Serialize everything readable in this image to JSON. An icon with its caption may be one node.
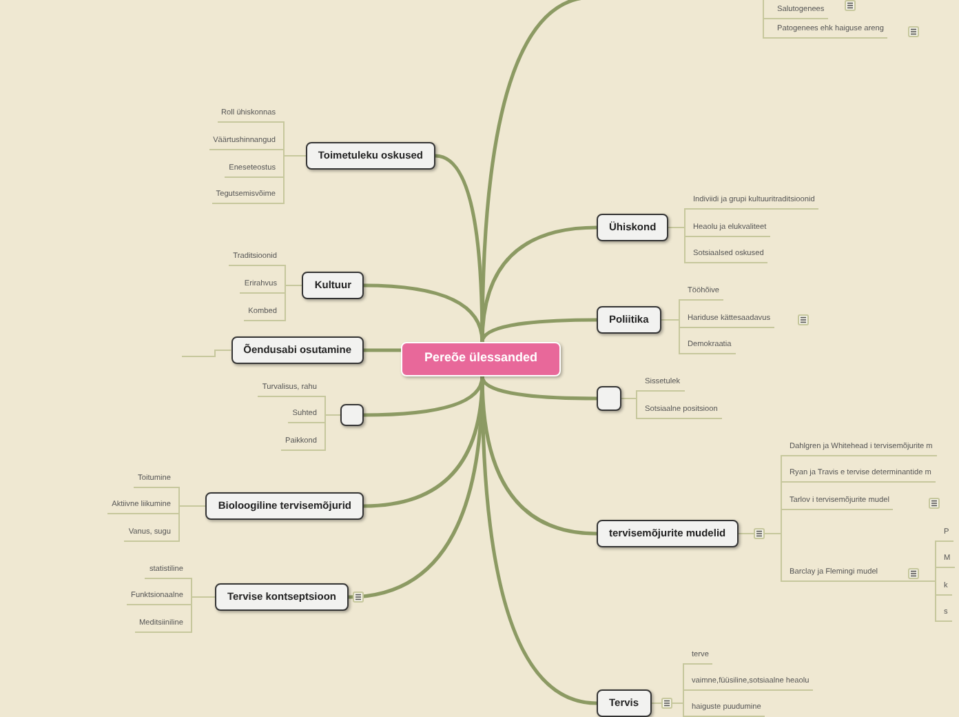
{
  "diagram": {
    "nodes": [
      {
        "text": [
          "Pereõe ülessanded"
        ]
      },
      {
        "text": [
          "Toimetuleku oskused"
        ]
      },
      {
        "text": [
          "Roll ühiskonnas"
        ]
      },
      {
        "text": [
          "Väärtushinnangud"
        ]
      },
      {
        "text": [
          "Eneseteostus"
        ]
      },
      {
        "text": [
          "Tegutsemisvõime"
        ]
      },
      {
        "text": [
          "Kultuur"
        ]
      },
      {
        "text": [
          "Traditsioonid"
        ]
      },
      {
        "text": [
          "Erirahvus"
        ]
      },
      {
        "text": [
          "Kombed"
        ]
      },
      {
        "text": [
          "Õendusabi osutamine"
        ]
      },
      {
        "text": [],
        "shape": "bar"
      },
      {
        "text": [],
        "shape": "box"
      },
      {
        "text": [
          "Turvalisus, rahu"
        ]
      },
      {
        "text": [
          "Suhted"
        ]
      },
      {
        "text": [
          "Paikkond"
        ]
      },
      {
        "text": [
          "Bioloogiline tervisemõjurid"
        ]
      },
      {
        "text": [
          "Toitumine"
        ]
      },
      {
        "text": [
          "Aktiivne liikumine"
        ]
      },
      {
        "text": [
          "Vanus, sugu"
        ]
      },
      {
        "text": [
          "Tervise kontseptsioon"
        ]
      },
      {
        "text": [
          "statistiline"
        ]
      },
      {
        "text": [
          "Funktsionaalne"
        ]
      },
      {
        "text": [
          "Meditsiiniline"
        ]
      },
      {
        "text": [
          "Salutogenees"
        ]
      },
      {
        "text": [
          "Patogenees ehk haiguse areng"
        ]
      },
      {
        "text": [
          "Ühiskond"
        ]
      },
      {
        "text": [
          "Indiviidi ja grupi kultuuritraditsioonid"
        ]
      },
      {
        "text": [
          "Heaolu ja elukvaliteet"
        ]
      },
      {
        "text": [
          "Sotsiaalsed oskused"
        ]
      },
      {
        "text": [
          "Poliitika"
        ]
      },
      {
        "text": [
          "Tööhõive"
        ]
      },
      {
        "text": [
          "Hariduse kättesaadavus"
        ]
      },
      {
        "text": [
          "Demokraatia"
        ]
      },
      {
        "text": [],
        "shape": "box"
      },
      {
        "text": [
          "Sissetulek"
        ]
      },
      {
        "text": [
          "Sotsiaalne positsioon"
        ]
      },
      {
        "text": [
          "tervisemõjurite mudelid"
        ]
      },
      {
        "text": [
          "Dahlgren ja Whitehead i tervisemõjurite m"
        ]
      },
      {
        "text": [
          "Ryan ja Travis e tervise determinantide m"
        ]
      },
      {
        "text": [
          "Tarlov i tervisemõjurite mudel"
        ]
      },
      {
        "text": [
          "Barclay ja Flemingi mudel"
        ]
      },
      {
        "text": [
          "P"
        ]
      },
      {
        "text": [
          "M"
        ]
      },
      {
        "text": [
          "k"
        ]
      },
      {
        "text": [
          "s"
        ]
      },
      {
        "text": [
          "Tervis"
        ]
      },
      {
        "text": [
          "terve"
        ]
      },
      {
        "text": [
          "vaimne,füüsiline,sotsiaalne heaolu"
        ]
      },
      {
        "text": [
          "haiguste puudumine"
        ]
      }
    ],
    "edges": [
      {
        "from": 0,
        "to": 1,
        "arrow": "none",
        "style": "thick",
        "color": "#8c9a63"
      },
      {
        "from": 0,
        "to": 6,
        "arrow": "none",
        "style": "thick",
        "color": "#8c9a63"
      },
      {
        "from": 0,
        "to": 10,
        "arrow": "none",
        "style": "thick",
        "color": "#8c9a63"
      },
      {
        "from": 0,
        "to": 12,
        "arrow": "none",
        "style": "thick",
        "color": "#8c9a63"
      },
      {
        "from": 0,
        "to": 16,
        "arrow": "none",
        "style": "thick",
        "color": "#8c9a63"
      },
      {
        "from": 0,
        "to": 20,
        "arrow": "none",
        "style": "thick",
        "color": "#8c9a63"
      },
      {
        "from": 0,
        "to": null,
        "arrow": "none",
        "style": "thick",
        "color": "#8c9a63"
      },
      {
        "from": 0,
        "to": 26,
        "arrow": "none",
        "style": "thick",
        "color": "#8c9a63"
      },
      {
        "from": 0,
        "to": 30,
        "arrow": "none",
        "style": "thick",
        "color": "#8c9a63"
      },
      {
        "from": 0,
        "to": 34,
        "arrow": "none",
        "style": "thick",
        "color": "#8c9a63"
      },
      {
        "from": 0,
        "to": 37,
        "arrow": "none",
        "style": "thick",
        "color": "#8c9a63"
      },
      {
        "from": 0,
        "to": 46,
        "arrow": "none",
        "style": "thick",
        "color": "#8c9a63"
      },
      {
        "from": 1,
        "to": 2,
        "arrow": "none"
      },
      {
        "from": 1,
        "to": 3,
        "arrow": "none"
      },
      {
        "from": 1,
        "to": 4,
        "arrow": "none"
      },
      {
        "from": 1,
        "to": 5,
        "arrow": "none"
      },
      {
        "from": 6,
        "to": 7,
        "arrow": "none"
      },
      {
        "from": 6,
        "to": 8,
        "arrow": "none"
      },
      {
        "from": 6,
        "to": 9,
        "arrow": "none"
      },
      {
        "from": 10,
        "to": 11,
        "arrow": "none"
      },
      {
        "from": 12,
        "to": 13,
        "arrow": "none"
      },
      {
        "from": 12,
        "to": 14,
        "arrow": "none"
      },
      {
        "from": 12,
        "to": 15,
        "arrow": "none"
      },
      {
        "from": 16,
        "to": 17,
        "arrow": "none"
      },
      {
        "from": 16,
        "to": 18,
        "arrow": "none"
      },
      {
        "from": 16,
        "to": 19,
        "arrow": "none"
      },
      {
        "from": 20,
        "to": 21,
        "arrow": "none"
      },
      {
        "from": 20,
        "to": 22,
        "arrow": "none"
      },
      {
        "from": 20,
        "to": 23,
        "arrow": "none"
      },
      {
        "from": null,
        "to": 24,
        "arrow": "none"
      },
      {
        "from": 24,
        "to": 25,
        "arrow": "none"
      },
      {
        "from": 26,
        "to": 27,
        "arrow": "none"
      },
      {
        "from": 26,
        "to": 28,
        "arrow": "none"
      },
      {
        "from": 26,
        "to": 29,
        "arrow": "none"
      },
      {
        "from": 30,
        "to": 31,
        "arrow": "none"
      },
      {
        "from": 30,
        "to": 32,
        "arrow": "none"
      },
      {
        "from": 30,
        "to": 33,
        "arrow": "none"
      },
      {
        "from": 34,
        "to": 35,
        "arrow": "none"
      },
      {
        "from": 34,
        "to": 36,
        "arrow": "none"
      },
      {
        "from": 37,
        "to": 38,
        "arrow": "none"
      },
      {
        "from": 37,
        "to": 39,
        "arrow": "none"
      },
      {
        "from": 37,
        "to": 40,
        "arrow": "none"
      },
      {
        "from": 37,
        "to": 41,
        "arrow": "none"
      },
      {
        "from": 41,
        "to": 42,
        "arrow": "none"
      },
      {
        "from": 41,
        "to": 43,
        "arrow": "none"
      },
      {
        "from": 41,
        "to": 44,
        "arrow": "none"
      },
      {
        "from": 41,
        "to": 45,
        "arrow": "none"
      },
      {
        "from": 46,
        "to": 47,
        "arrow": "none"
      },
      {
        "from": 46,
        "to": 48,
        "arrow": "none"
      },
      {
        "from": 46,
        "to": 49,
        "arrow": "none"
      }
    ]
  }
}
